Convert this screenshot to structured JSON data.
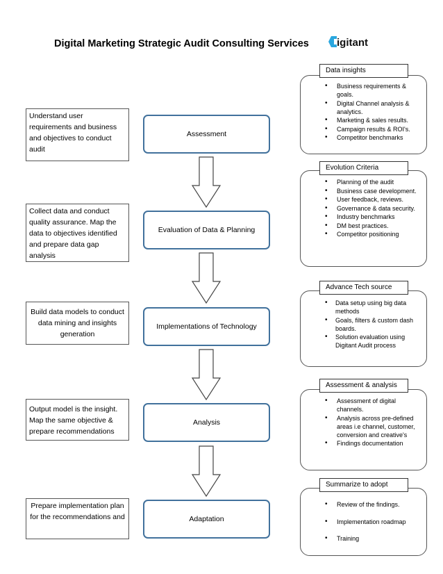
{
  "header": {
    "title": "Digital Marketing Strategic Audit Consulting Services",
    "logo_text": "digitant"
  },
  "stages": [
    {
      "label": "Assessment"
    },
    {
      "label": "Evaluation of Data & Planning"
    },
    {
      "label": "Implementations of Technology"
    },
    {
      "label": "Analysis"
    },
    {
      "label": "Adaptation"
    }
  ],
  "descriptions": [
    "Understand user requirements and business and objectives to conduct audit",
    "Collect data and conduct quality assurance. Map the data to objectives identified and prepare data gap analysis",
    "Build data models to conduct data mining and insights generation",
    "Output model is the insight. Map the same objective & prepare recommendations",
    "Prepare implementation plan for the recommendations and"
  ],
  "panels": [
    {
      "tag": "Data insights",
      "items": [
        "Business requirements & goals.",
        "Digital Channel analysis & analytics.",
        "Marketing & sales results.",
        "Campaign results & ROI's.",
        "Competitor benchmarks"
      ]
    },
    {
      "tag": "Evolution Criteria",
      "items": [
        "Planning of the audit",
        "Business case development.",
        "User feedback, reviews.",
        "Governance & data security.",
        "Industry benchmarks",
        "DM best practices.",
        "Competitor positioning"
      ]
    },
    {
      "tag": "Advance Tech source",
      "items": [
        "Data setup using big data methods",
        "Goals, filters & custom dash boards.",
        "Solution evaluation using Digitant Audit process"
      ]
    },
    {
      "tag": "Assessment & analysis",
      "items": [
        "Assessment of digital channels.",
        "Analysis across pre-defined areas i.e channel, customer, conversion and creative's",
        "Findings documentation"
      ]
    },
    {
      "tag": "Summarize to adopt",
      "items": [
        "Review of the findings.",
        "Implementation roadmap",
        "Training"
      ]
    }
  ],
  "colors": {
    "stage_border": "#41719c",
    "logo_blue": "#2aa7df"
  }
}
